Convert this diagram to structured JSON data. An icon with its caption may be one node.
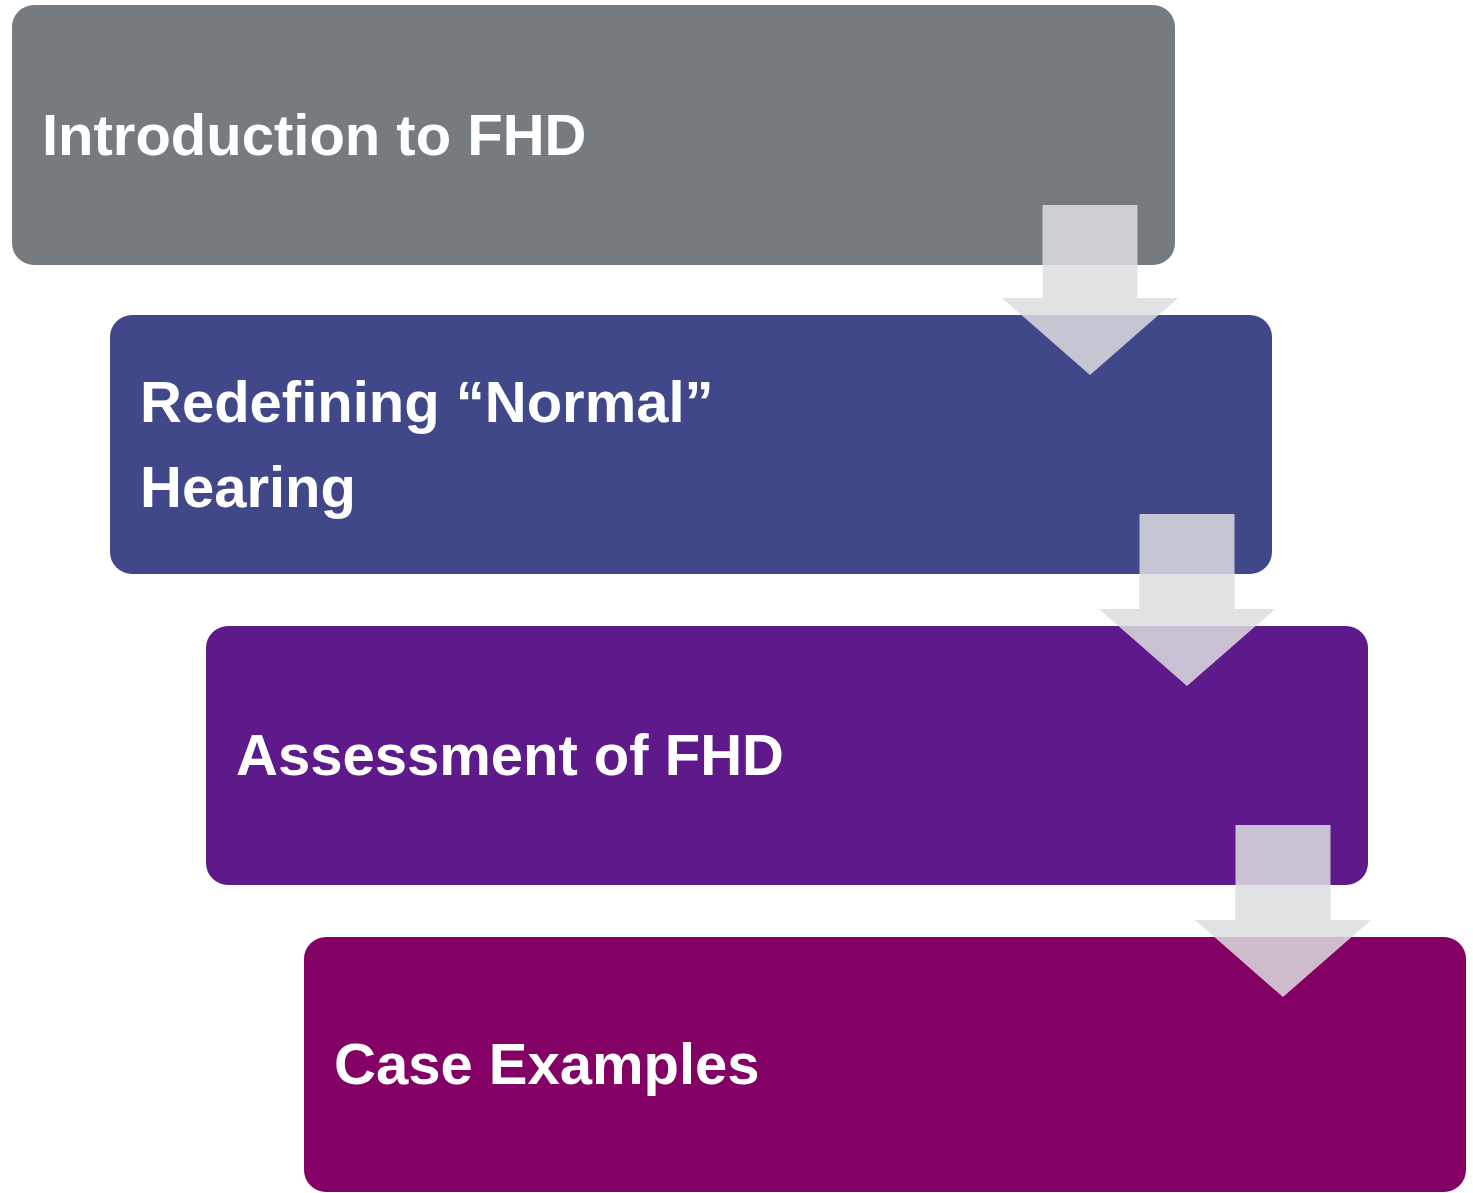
{
  "diagram": {
    "nodes": [
      {
        "text": [
          "Introduction to FHD"
        ]
      },
      {
        "text": [
          "Redefining “Normal” Hearing"
        ]
      },
      {
        "text": [
          "Assessment of FHD"
        ]
      },
      {
        "text": [
          "Case Examples"
        ]
      }
    ],
    "edges": [
      {
        "from": 0,
        "to": 1,
        "arrow": "to"
      },
      {
        "from": 1,
        "to": 2,
        "arrow": "to"
      },
      {
        "from": 2,
        "to": 3,
        "arrow": "to"
      }
    ]
  }
}
